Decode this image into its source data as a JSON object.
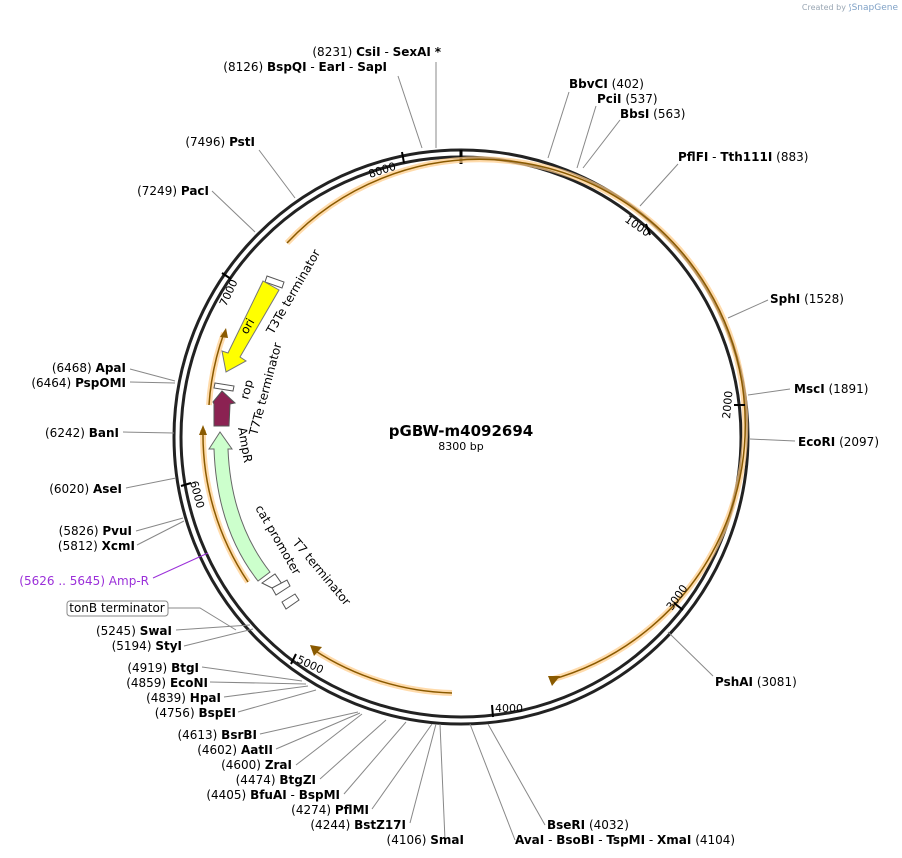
{
  "credit": {
    "prefix": "Created by",
    "brand": "SnapGene"
  },
  "plasmid": {
    "name": "pGBW-m4092694",
    "length": "8300 bp"
  },
  "ticks": [
    "1000",
    "2000",
    "3000",
    "4000",
    "5000",
    "6000",
    "7000",
    "8000"
  ],
  "sites": [
    {
      "text": "(8231)  CsiI  - SexAI *"
    },
    {
      "text": "(8126)  BspQI  - EarI  - SapI"
    },
    {
      "text": "(7496)  PstI"
    },
    {
      "text": "(7249)  PacI"
    },
    {
      "text": "BbvCI   (402)"
    },
    {
      "text": "PciI   (537)"
    },
    {
      "text": "BbsI   (563)"
    },
    {
      "text": "PflFI  - Tth111I   (883)"
    },
    {
      "text": "SphI   (1528)"
    },
    {
      "text": "MscI   (1891)"
    },
    {
      "text": "EcoRI   (2097)"
    },
    {
      "text": "PshAI   (3081)"
    },
    {
      "text": "(6468)  ApaI"
    },
    {
      "text": "(6464)  PspOMI"
    },
    {
      "text": "(6242)  BanI"
    },
    {
      "text": "(6020)  AseI"
    },
    {
      "text": "(5826)  PvuI"
    },
    {
      "text": "(5812)  XcmI"
    },
    {
      "text": "(5245)  SwaI"
    },
    {
      "text": "(5194)  StyI"
    },
    {
      "text": "(4919)  BtgI"
    },
    {
      "text": "(4859)  EcoNI"
    },
    {
      "text": "(4839)  HpaI"
    },
    {
      "text": "(4756)  BspEI"
    },
    {
      "text": "(4613)  BsrBI"
    },
    {
      "text": "(4602)  AatII"
    },
    {
      "text": "(4600)  ZraI"
    },
    {
      "text": "(4474)  BtgZI"
    },
    {
      "text": "(4405)  BfuAI  - BspMI"
    },
    {
      "text": "(4274)  PflMI"
    },
    {
      "text": "(4244)  BstZ17I"
    },
    {
      "text": "(4106)  SmaI"
    },
    {
      "text": "BseRI   (4032)"
    },
    {
      "text": "AvaI  - BsoBI  - TspMI  - XmaI   (4104)"
    }
  ],
  "primer": {
    "text": "(5626 .. 5645)  Amp-R",
    "color": "#9b30d9"
  },
  "tonb": "tonB terminator",
  "features": {
    "ori": "ori",
    "t3te": "T3Te terminator",
    "rop": "rop",
    "t7te": "T7Te terminator",
    "ampr": "AmpR",
    "cat": "cat promoter",
    "t7": "T7 terminator"
  },
  "colors": {
    "ori": "#ffff00",
    "rop": "#8b2252",
    "ampr": "#ccffcc",
    "orf": "#ffcc88",
    "primer": "#9b30d9"
  }
}
